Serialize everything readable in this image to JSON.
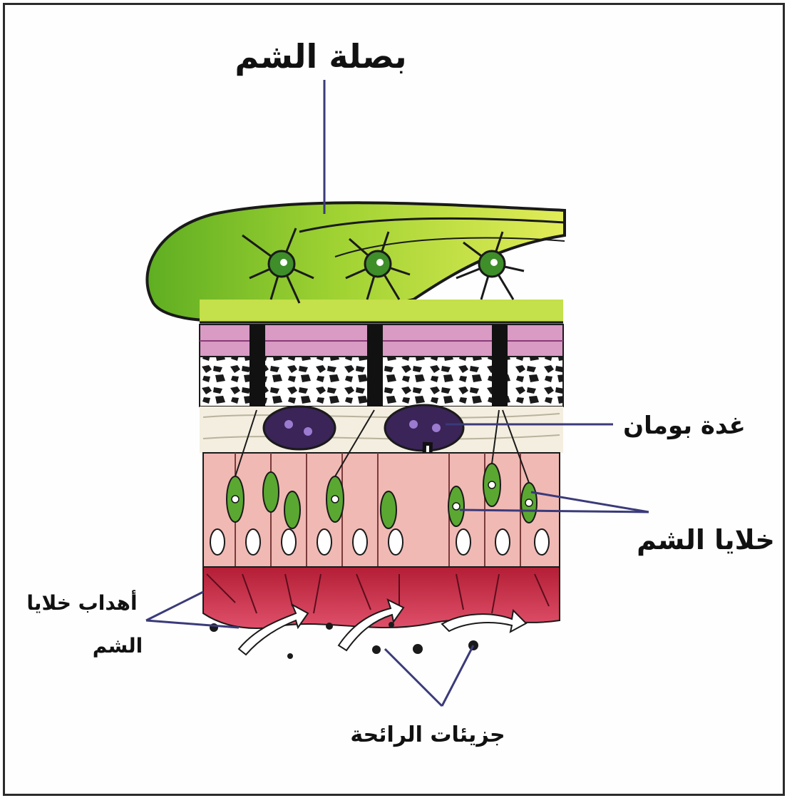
{
  "labels": {
    "olfactory_bulb": "بصلة الشم",
    "bowman_gland": "غدة بومان",
    "olfactory_cells": "خلايا الشم",
    "cilia_line1": "أهداب خلايا",
    "cilia_line2": "الشم",
    "odor_molecules": "جزيئات الرائحة"
  },
  "colors": {
    "bulb_green": "#7fc62a",
    "bulb_light": "#d8ea4a",
    "bone_pink": "#d99ac4",
    "epithelium_pink": "#f1b9b4",
    "mucus_red": "#c8243c",
    "pointer_line": "#3a3a7a"
  }
}
